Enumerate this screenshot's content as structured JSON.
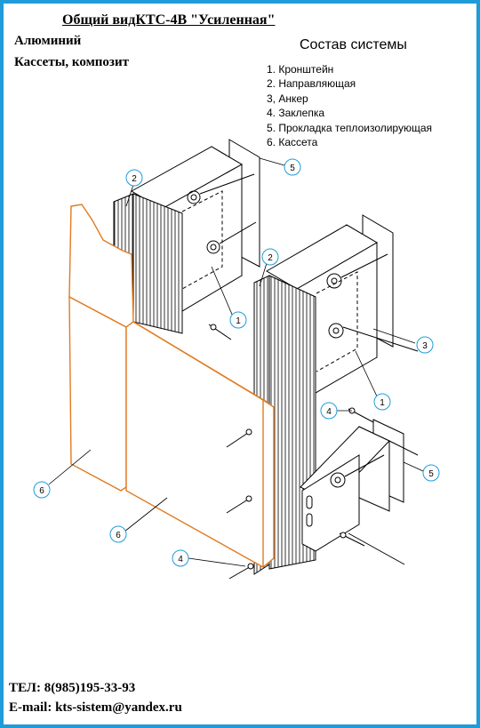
{
  "header": {
    "title": "Общий видКТС-4В \"Усиленная\"",
    "subtitle_material": "Алюминий",
    "subtitle_type": "Кассеты, композит"
  },
  "composition": {
    "title": "Состав системы",
    "items": [
      "1. Кронштейн",
      "2. Направляющая",
      "3, Анкер",
      "4. Заклепка",
      "5. Прокладка теплоизолирующая",
      "6. Кассета"
    ]
  },
  "callouts": {
    "c1a": "1",
    "c1b": "1",
    "c2a": "2",
    "c2b": "2",
    "c3": "3",
    "c4a": "4",
    "c4b": "4",
    "c5a": "5",
    "c5b": "5",
    "c6a": "6",
    "c6b": "6"
  },
  "contacts": {
    "phone": "ТЕЛ: 8(985)195-33-93",
    "email": "E-mail: kts-sistem@yandex.ru"
  },
  "colors": {
    "border": "#1f9bd8",
    "cassette_edge": "#e07b20",
    "callout_circle": "#1f9bd8",
    "line": "#000000"
  }
}
